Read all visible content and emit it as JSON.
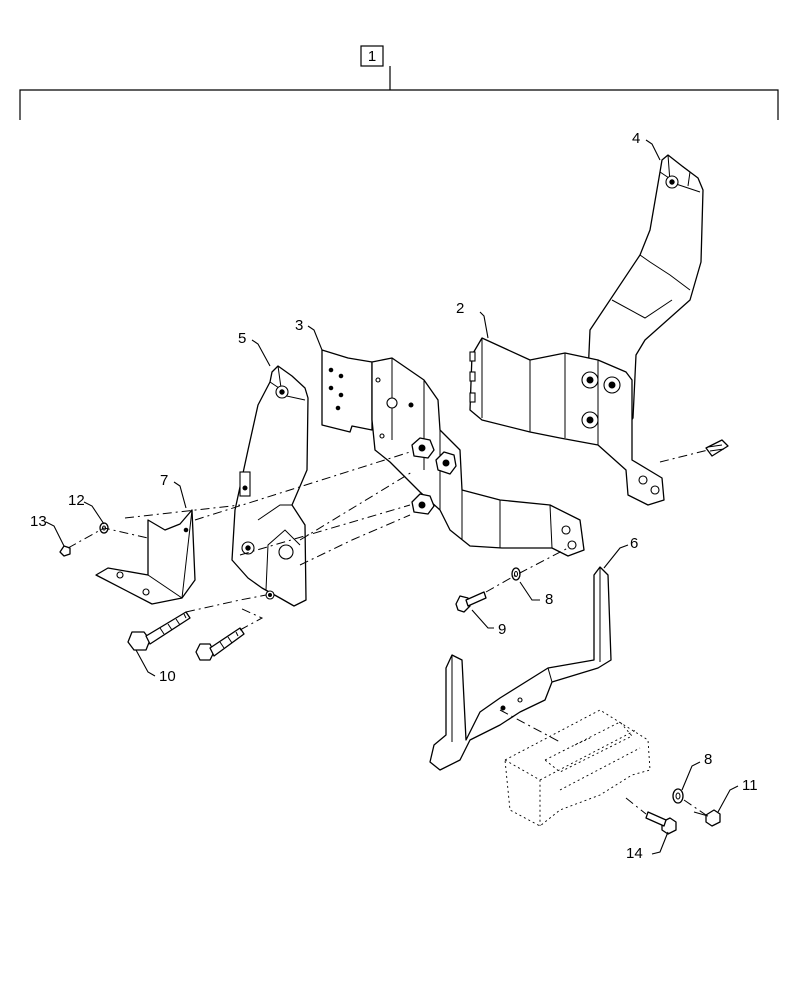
{
  "diagram": {
    "assembly_callout": "1",
    "callouts": [
      {
        "id": "c2",
        "text": "2"
      },
      {
        "id": "c3",
        "text": "3"
      },
      {
        "id": "c4",
        "text": "4"
      },
      {
        "id": "c5",
        "text": "5"
      },
      {
        "id": "c6",
        "text": "6"
      },
      {
        "id": "c7",
        "text": "7"
      },
      {
        "id": "c8a",
        "text": "8"
      },
      {
        "id": "c8b",
        "text": "8"
      },
      {
        "id": "c9",
        "text": "9"
      },
      {
        "id": "c10",
        "text": "10"
      },
      {
        "id": "c11",
        "text": "11"
      },
      {
        "id": "c12",
        "text": "12"
      },
      {
        "id": "c13",
        "text": "13"
      },
      {
        "id": "c14",
        "text": "14"
      }
    ]
  }
}
